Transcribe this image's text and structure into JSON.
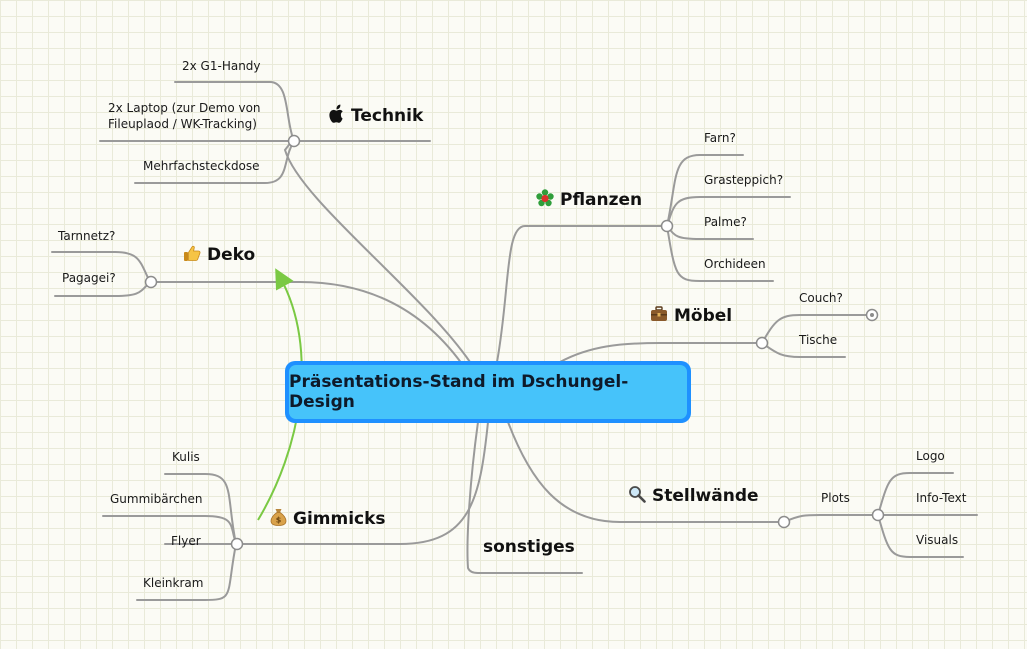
{
  "central_topic": "Präsentations-Stand im Dschungel-Design",
  "branches": {
    "technik": {
      "label": "Technik",
      "icon": "apple-icon",
      "children": [
        "2x G1-Handy",
        "2x Laptop (zur Demo von Fileuplaod / WK-Tracking)",
        "Mehrfachsteckdose"
      ]
    },
    "deko": {
      "label": "Deko",
      "icon": "thumbs-up-icon",
      "children": [
        "Tarnnetz?",
        "Pagagei?"
      ]
    },
    "gimmicks": {
      "label": "Gimmicks",
      "icon": "money-bag-icon",
      "children": [
        "Kulis",
        "Gummibärchen",
        "Flyer",
        "Kleinkram"
      ]
    },
    "pflanzen": {
      "label": "Pflanzen",
      "icon": "flower-icon",
      "children": [
        "Farn?",
        "Grasteppich?",
        "Palme?",
        "Orchideen"
      ]
    },
    "moebel": {
      "label": "Möbel",
      "icon": "briefcase-icon",
      "children": [
        "Couch?",
        "Tische"
      ]
    },
    "stellwaende": {
      "label": "Stellwände",
      "icon": "magnifier-icon",
      "subtopic": "Plots",
      "children": [
        "Logo",
        "Info-Text",
        "Visuals"
      ]
    },
    "sonstiges": {
      "label": "sonstiges"
    }
  },
  "colors": {
    "center_border": "#1e90ff",
    "center_fill": "#46c3fa",
    "lines": "#9a9a9a",
    "relationship_arrow": "#7ac943",
    "grid": "#e9ead9",
    "background": "#fbfbf5"
  }
}
